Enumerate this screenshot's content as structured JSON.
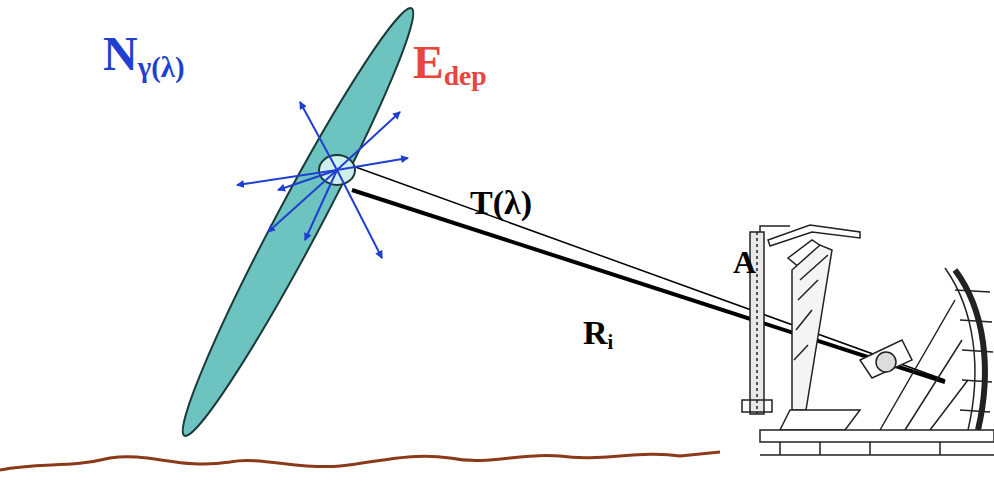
{
  "diagram": {
    "labels": [
      "Nγ(λ)",
      "Edep",
      "T(λ)",
      "A",
      "Ri"
    ]
  }
}
